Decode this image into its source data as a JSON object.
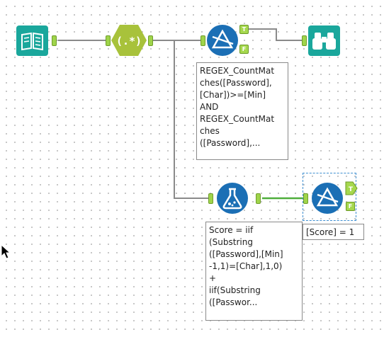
{
  "canvas": {
    "tools": [
      {
        "id": "input",
        "name": "input-data-tool",
        "icon": "book-icon",
        "color": "#1aa79c"
      },
      {
        "id": "regex",
        "name": "regex-tool",
        "icon": "regex-icon",
        "color": "#a8c23b",
        "label": "(.*)"
      },
      {
        "id": "filter1",
        "name": "filter-tool-top",
        "icon": "filter-triangle-icon",
        "color": "#1b6fb5"
      },
      {
        "id": "browse",
        "name": "browse-tool",
        "icon": "binoculars-icon",
        "color": "#1aa79c"
      },
      {
        "id": "formula",
        "name": "formula-tool",
        "icon": "flask-icon",
        "color": "#1b6fb5"
      },
      {
        "id": "filter2",
        "name": "filter-tool-bottom",
        "icon": "filter-triangle-icon",
        "color": "#1b6fb5"
      }
    ],
    "ports": {
      "true_label": "T",
      "false_label": "F"
    },
    "annotations": {
      "filter1": "REGEX_CountMat\nches([Password],\n[Char])>=[Min]\nAND\nREGEX_CountMat\nches\n([Password],...",
      "formula": "Score = iif\n(Substring\n([Password],[Min]\n-1,1)=[Char],1,0)\n+\niif(Substring\n([Passwor...",
      "filter2": "[Score] = 1"
    },
    "colors": {
      "wire": "#8a8a8a",
      "wire_active": "#4fae3c",
      "port": "#9fd44a",
      "selection": "#3f8fd1"
    }
  }
}
